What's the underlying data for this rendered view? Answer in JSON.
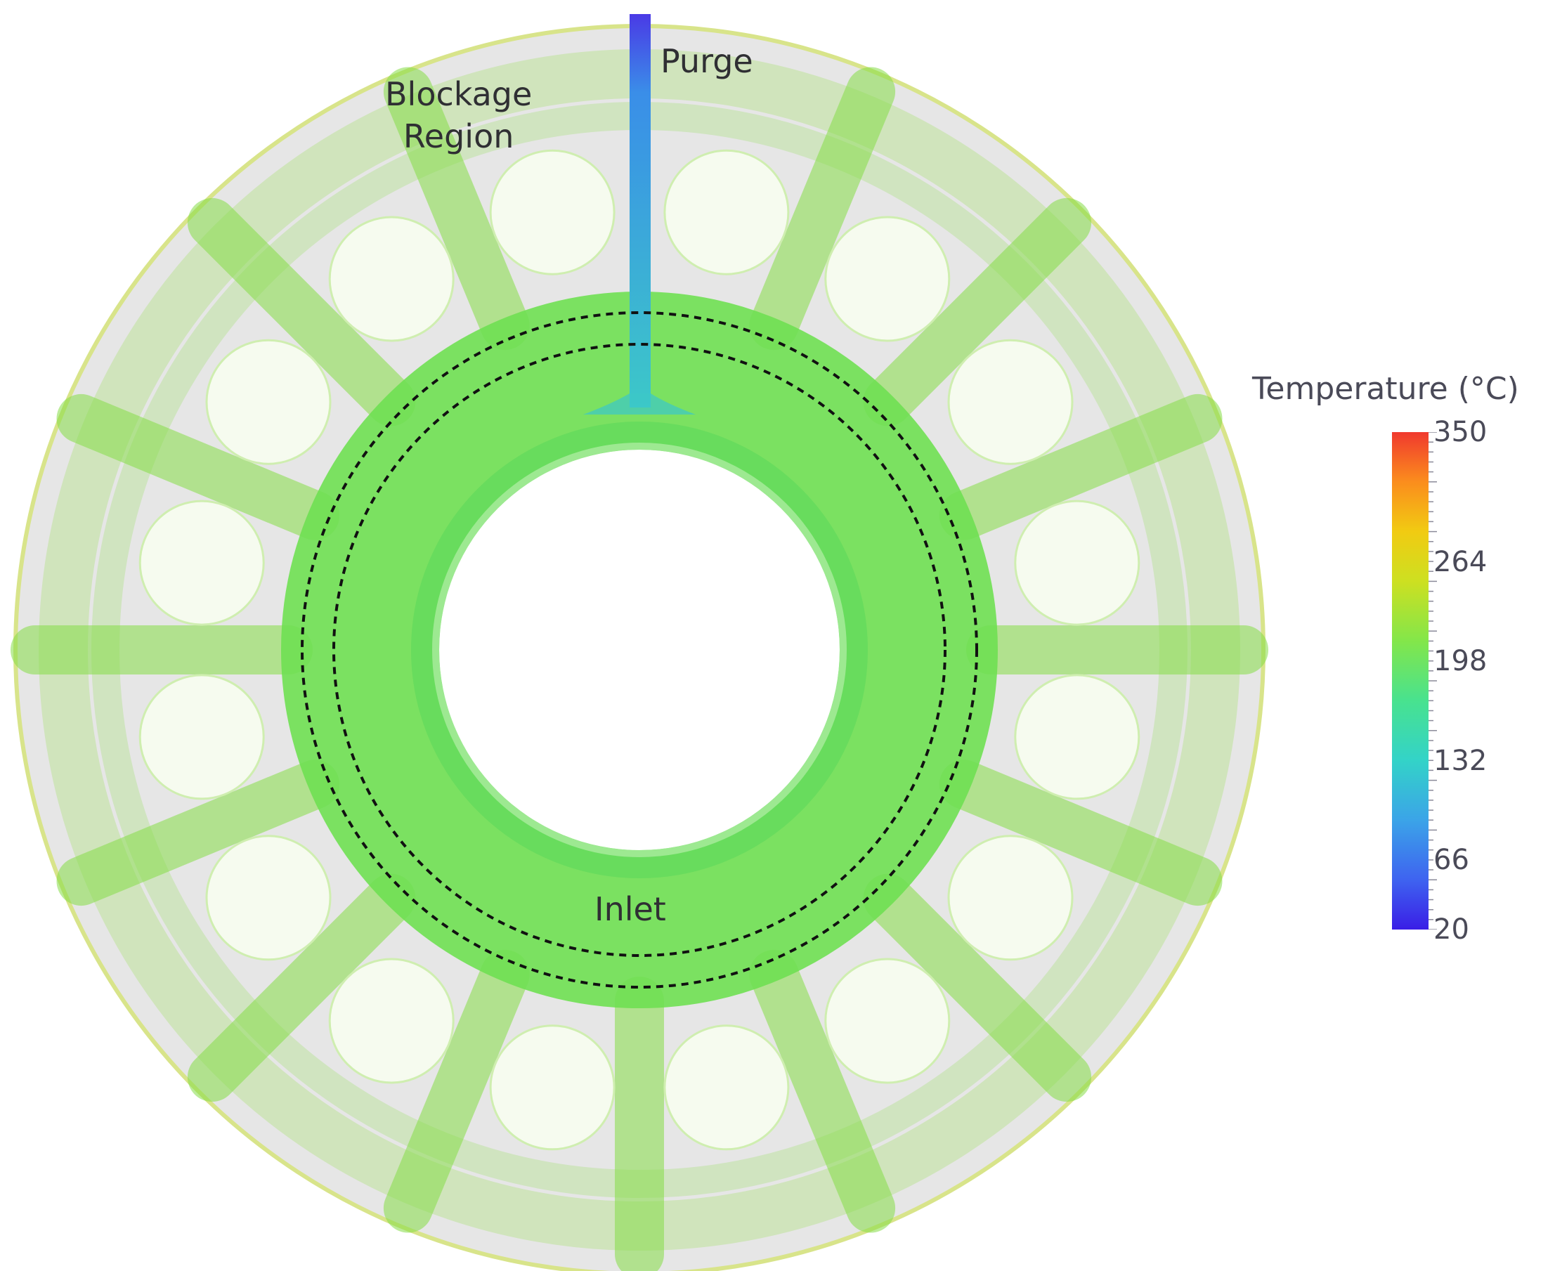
{
  "labels": {
    "purge": "Purge",
    "blockage_line1": "Blockage",
    "blockage_line2": "Region",
    "inlet": "Inlet"
  },
  "colorbar": {
    "title": "Temperature (°C)",
    "min": 20,
    "max": 350,
    "tick_labels": [
      "350",
      "264",
      "198",
      "132",
      "66",
      "20"
    ],
    "tick_values": [
      350,
      264,
      198,
      132,
      66,
      20
    ],
    "colors": {
      "low": "#3a1ee6",
      "mid": "#83e64a",
      "high": "#f0392e"
    }
  },
  "colors": {
    "streamline_green": "#7fe04a",
    "purge_blue": "#3aa0e0",
    "housing_gray": "#e4e4e4",
    "dashed_ring": "#111111"
  }
}
